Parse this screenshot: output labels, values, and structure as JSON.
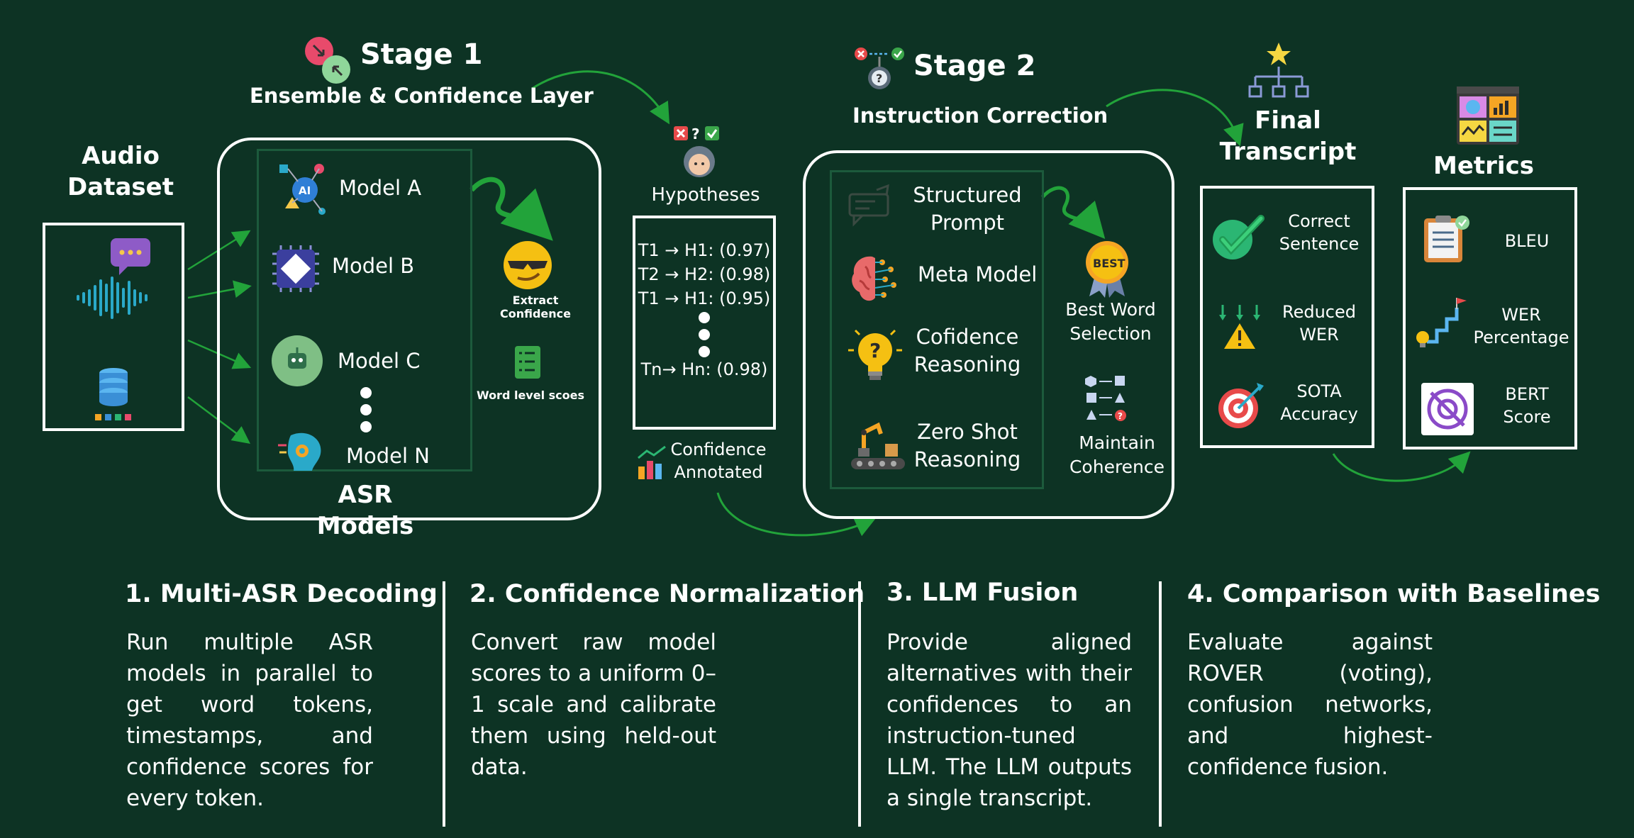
{
  "stage1": {
    "title": "Stage 1",
    "subtitle": "Ensemble & Confidence Layer"
  },
  "stage2": {
    "title": "Stage 2",
    "subtitle": "Instruction Correction"
  },
  "audio": {
    "title_line1": "Audio",
    "title_line2": "Dataset"
  },
  "asr": {
    "models": [
      "Model A",
      "Model B",
      "Model C",
      "Model N"
    ],
    "caption": "ASR Models",
    "extract_confidence": "Extract Confidence",
    "word_level": "Word level scoes"
  },
  "hypotheses": {
    "title": "Hypotheses",
    "rows": [
      "T1 → H1: (0.97)",
      "T2 → H2: (0.98)",
      "T1 → H1: (0.95)",
      "Tn→ Hn: (0.98)"
    ],
    "caption_line1": "Confidence",
    "caption_line2": "Annotated"
  },
  "correction": {
    "items": [
      {
        "line1": "Structured",
        "line2": "Prompt"
      },
      {
        "line1": "Meta Model",
        "line2": ""
      },
      {
        "line1": "Cofidence",
        "line2": "Reasoning"
      },
      {
        "line1": "Zero Shot",
        "line2": "Reasoning"
      }
    ],
    "best_word_line1": "Best Word",
    "best_word_line2": "Selection",
    "best_badge": "BEST",
    "maintain_line1": "Maintain",
    "maintain_line2": "Coherence"
  },
  "final": {
    "title_line1": "Final",
    "title_line2": "Transcript",
    "items": [
      {
        "line1": "Correct",
        "line2": "Sentence"
      },
      {
        "line1": "Reduced",
        "line2": "WER"
      },
      {
        "line1": "SOTA",
        "line2": "Accuracy"
      }
    ]
  },
  "metrics": {
    "title": "Metrics",
    "items": [
      {
        "line1": "BLEU",
        "line2": ""
      },
      {
        "line1": "WER",
        "line2": "Percentage"
      },
      {
        "line1": "BERT",
        "line2": "Score"
      }
    ]
  },
  "sections": [
    {
      "number": "1.",
      "title": "Multi-ASR Decoding",
      "body": "Run multiple ASR models in parallel to get word tokens, timestamps, and confidence scores for every token."
    },
    {
      "number": "2.",
      "title": "Confidence Normalization",
      "body": "Convert raw model scores to a uniform 0–1 scale and calibrate them using held-out data."
    },
    {
      "number": "3.",
      "title": "LLM Fusion",
      "body": "Provide aligned alternatives with their confidences to an instruction-tuned LLM. The LLM outputs a single transcript."
    },
    {
      "number": "4.",
      "title": "Comparison with Baselines",
      "body": "Evaluate against ROVER (voting), confusion networks, and highest-confidence fusion."
    }
  ],
  "colors": {
    "background": "#0d3324",
    "accent_green": "#22a33a",
    "box_border": "#ffffff"
  }
}
